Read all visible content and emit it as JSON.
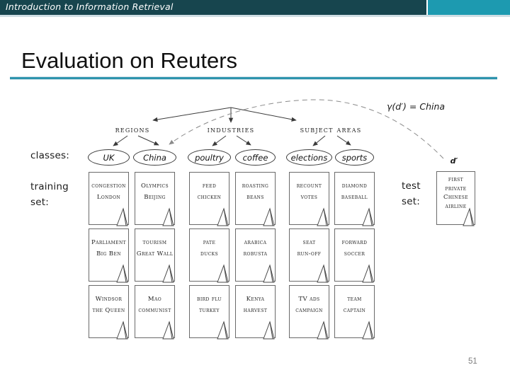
{
  "header": {
    "course_title": "Introduction to Information Retrieval"
  },
  "slide": {
    "title": "Evaluation on Reuters",
    "page_number": "51"
  },
  "colors": {
    "header_dark": "#17454e",
    "header_light": "#1d9ab0",
    "title_rule": "#2e94ad"
  },
  "diagram": {
    "side_labels": {
      "classes": "classes:",
      "training_line1": "training",
      "training_line2": "set:",
      "test_line1": "test",
      "test_line2": "set:"
    },
    "parents": [
      "regions",
      "industries",
      "subject areas"
    ],
    "classes": [
      "UK",
      "China",
      "poultry",
      "coffee",
      "elections",
      "sports"
    ],
    "columns": [
      {
        "class": "UK",
        "docs": [
          [
            "congestion",
            "London"
          ],
          [
            "Parliament",
            "Big Ben"
          ],
          [
            "Windsor",
            "the Queen"
          ]
        ]
      },
      {
        "class": "China",
        "docs": [
          [
            "Olympics",
            "Beijing"
          ],
          [
            "tourism",
            "Great Wall"
          ],
          [
            "Mao",
            "communist"
          ]
        ]
      },
      {
        "class": "poultry",
        "docs": [
          [
            "feed",
            "chicken"
          ],
          [
            "pate",
            "ducks"
          ],
          [
            "bird flu",
            "turkey"
          ]
        ]
      },
      {
        "class": "coffee",
        "docs": [
          [
            "roasting",
            "beans"
          ],
          [
            "arabica",
            "robusta"
          ],
          [
            "Kenya",
            "harvest"
          ]
        ]
      },
      {
        "class": "elections",
        "docs": [
          [
            "recount",
            "votes"
          ],
          [
            "seat",
            "run-off"
          ],
          [
            "TV ads",
            "campaign"
          ]
        ]
      },
      {
        "class": "sports",
        "docs": [
          [
            "diamond",
            "baseball"
          ],
          [
            "forward",
            "soccer"
          ],
          [
            "team",
            "captain"
          ]
        ]
      }
    ],
    "test_doc": {
      "name": "d′",
      "lines": [
        "first",
        "private",
        "Chinese",
        "airline"
      ]
    },
    "formula": "γ(d′) = China"
  }
}
